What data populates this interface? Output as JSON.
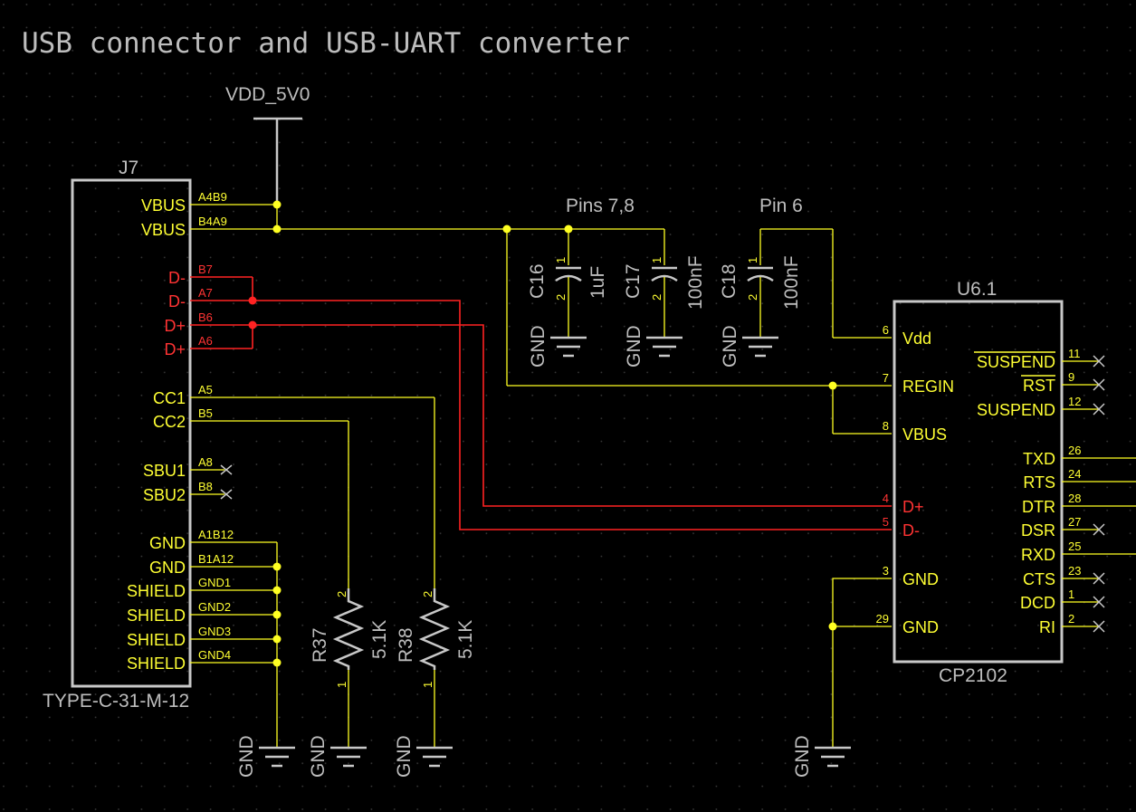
{
  "title": "USB connector and USB-UART converter",
  "supply": {
    "label": "VDD_5V0"
  },
  "gnd_label": "GND",
  "colors": {
    "background": "#000000",
    "wire": "#ffff22",
    "diff_pair": "#ff2222",
    "outline": "#c8c8c8",
    "text": "#bdbdbd"
  },
  "j7": {
    "ref": "J7",
    "value": "TYPE-C-31-M-12",
    "pins": [
      {
        "name": "VBUS",
        "num": "A4B9"
      },
      {
        "name": "VBUS",
        "num": "B4A9"
      },
      {
        "name": "D-",
        "num": "B7"
      },
      {
        "name": "D-",
        "num": "A7"
      },
      {
        "name": "D+",
        "num": "B6"
      },
      {
        "name": "D+",
        "num": "A6"
      },
      {
        "name": "CC1",
        "num": "A5"
      },
      {
        "name": "CC2",
        "num": "B5"
      },
      {
        "name": "SBU1",
        "num": "A8"
      },
      {
        "name": "SBU2",
        "num": "B8"
      },
      {
        "name": "GND",
        "num": "A1B12"
      },
      {
        "name": "GND",
        "num": "B1A12"
      },
      {
        "name": "SHIELD",
        "num": "GND1"
      },
      {
        "name": "SHIELD",
        "num": "GND2"
      },
      {
        "name": "SHIELD",
        "num": "GND3"
      },
      {
        "name": "SHIELD",
        "num": "GND4"
      }
    ]
  },
  "caps": [
    {
      "ref": "C16",
      "value": "1uF",
      "pin1": "1",
      "pin2": "2"
    },
    {
      "ref": "C17",
      "value": "100nF",
      "pin1": "1",
      "pin2": "2"
    },
    {
      "ref": "C18",
      "value": "100nF",
      "pin1": "1",
      "pin2": "2"
    }
  ],
  "notes": {
    "pins78": "Pins 7,8",
    "pin6": "Pin 6"
  },
  "resistors": [
    {
      "ref": "R37",
      "value": "5.1K",
      "pin1": "1",
      "pin2": "2"
    },
    {
      "ref": "R38",
      "value": "5.1K",
      "pin1": "1",
      "pin2": "2"
    }
  ],
  "u6": {
    "ref": "U6.1",
    "value": "CP2102",
    "left_pins": [
      {
        "name": "Vdd",
        "num": "6"
      },
      {
        "name": "REGIN",
        "num": "7"
      },
      {
        "name": "VBUS",
        "num": "8"
      },
      {
        "name": "D+",
        "num": "4"
      },
      {
        "name": "D-",
        "num": "5"
      },
      {
        "name": "GND",
        "num": "3"
      },
      {
        "name": "GND",
        "num": "29"
      }
    ],
    "right_pins": [
      {
        "name": "SUSPEND",
        "num": "11"
      },
      {
        "name": "RST",
        "num": "9"
      },
      {
        "name": "SUSPEND",
        "num": "12"
      },
      {
        "name": "TXD",
        "num": "26"
      },
      {
        "name": "RTS",
        "num": "24"
      },
      {
        "name": "DTR",
        "num": "28"
      },
      {
        "name": "DSR",
        "num": "27"
      },
      {
        "name": "RXD",
        "num": "25"
      },
      {
        "name": "CTS",
        "num": "23"
      },
      {
        "name": "DCD",
        "num": "1"
      },
      {
        "name": "RI",
        "num": "2"
      }
    ]
  }
}
